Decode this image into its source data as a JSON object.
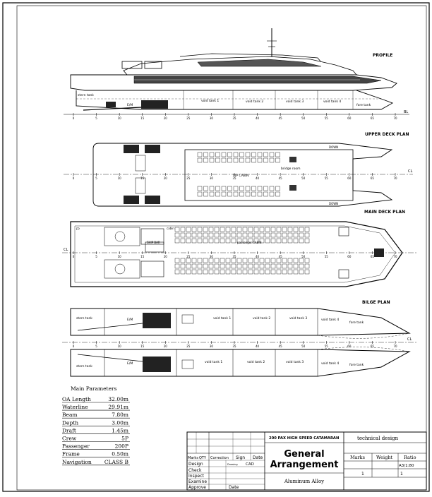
{
  "views": {
    "profile": "PROFILE",
    "upper_deck": "UPPER DECK PLAN",
    "main_deck": "MAIN DECK PLAN",
    "bilge": "BILGE PLAN"
  },
  "profile_labels": {
    "stern_tank": "stern tank",
    "em": "E/M",
    "void1": "void tank 1",
    "void2": "void tank 2",
    "void3": "void tank 3",
    "void4": "void tank 4",
    "fore_tank": "fore tank",
    "bl": "BL"
  },
  "frame_ticks": [
    "0",
    "5",
    "10",
    "15",
    "20",
    "25",
    "30",
    "35",
    "40",
    "45",
    "50",
    "55",
    "60",
    "65",
    "70"
  ],
  "upper_labels": {
    "down": "DOWN",
    "bridge": "bridge room",
    "vip": "VIP CABIN",
    "cl": "CL"
  },
  "main_labels": {
    "cl": "CL",
    "cabin": "cabin",
    "pass": "passenger CABIN",
    "ship_bar": "SHIP BAR",
    "fp": "FP"
  },
  "bilge_labels": {
    "stern_tank": "stern tank",
    "em": "E/M",
    "void1": "void tank 1",
    "void2": "void tank 2",
    "void3": "void tank 3",
    "void4": "void tank 4",
    "fore_tank": "fore tank",
    "cl": "CL"
  },
  "parameters": {
    "title": "Main Parameters",
    "rows": [
      {
        "label": "OA Length",
        "value": "32.00m"
      },
      {
        "label": "Waterline",
        "value": "29.91m"
      },
      {
        "label": "Beam",
        "value": "7.80m"
      },
      {
        "label": "Depth",
        "value": "3.00m"
      },
      {
        "label": "Draft",
        "value": "1.45m"
      },
      {
        "label": "Crew",
        "value": "5P"
      },
      {
        "label": "Passenger",
        "value": "200P"
      },
      {
        "label": "Frame",
        "value": "0.50m"
      },
      {
        "label": "Navigation",
        "value": "CLASS B"
      }
    ]
  },
  "title_block": {
    "project": "200 PAX HIGH SPEED CATAMARAN",
    "stage": "technical design",
    "title_line1": "General",
    "title_line2": "Arrangement",
    "material": "Aluminum Alloy",
    "marks": "Marks",
    "weight": "Weight",
    "ratio": "Ratio",
    "ratio_value": "A3/1:80",
    "marks_num": "1",
    "weight_num": "1",
    "rev_cols": [
      "Marks",
      "QTY",
      "Correction",
      "Sign",
      "Date"
    ],
    "drawing": "Drawing",
    "cad": "CAD",
    "roles": [
      "Design",
      "Check",
      "Inspect",
      "Examine",
      "Approve"
    ],
    "date": "Date"
  }
}
